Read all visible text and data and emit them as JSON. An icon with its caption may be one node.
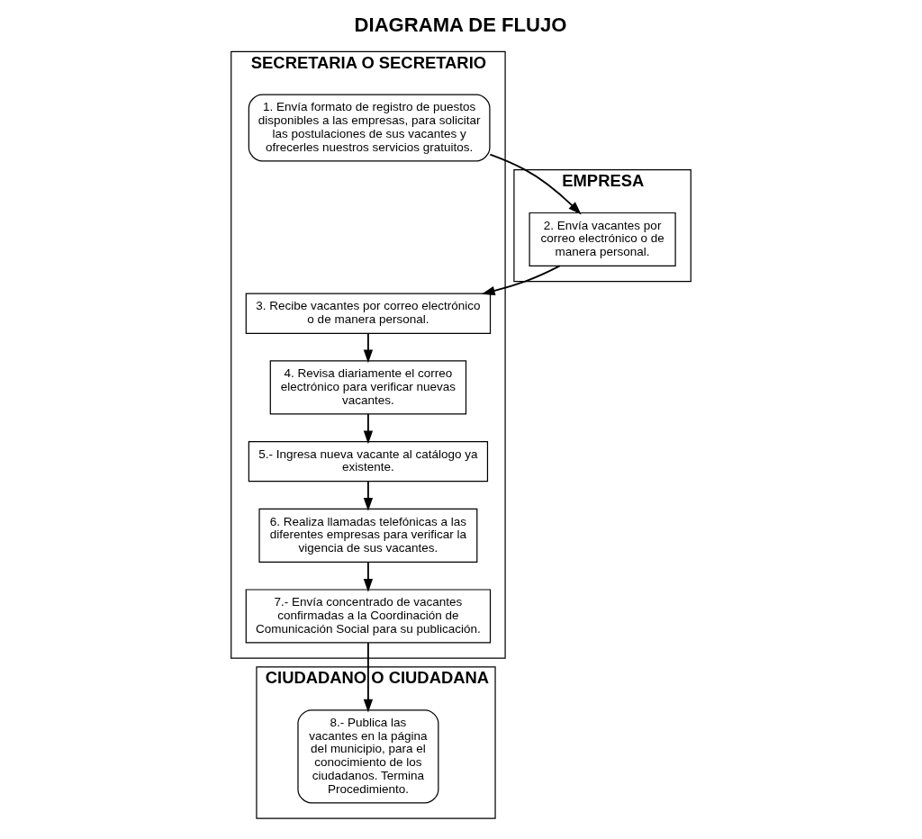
{
  "diagram": {
    "title": "DIAGRAMA DE FLUJO",
    "nodes": [
      {
        "text": [
          "SECRETARIA O SECRETARIO"
        ]
      },
      {
        "text": [
          "EMPRESA"
        ]
      },
      {
        "text": [
          "CIUDADANO O CIUDADANA"
        ]
      },
      {
        "text": [
          "1. Envía formato de registro de puestos disponibles a las empresas, para solicitar las postulaciones de sus vacantes y ofrecerles nuestros servicios gratuitos."
        ],
        "in": 0
      },
      {
        "text": [
          "2. Envía vacantes por correo electrónico o de manera personal."
        ],
        "in": 1
      },
      {
        "text": [
          "3. Recibe vacantes por correo electrónico o de manera personal."
        ],
        "in": 0
      },
      {
        "text": [
          "4. Revisa diariamente el correo electrónico para verificar nuevas vacantes."
        ],
        "in": 0
      },
      {
        "text": [
          "5.- Ingresa nueva vacante al catálogo ya existente."
        ],
        "in": 0
      },
      {
        "text": [
          "6. Realiza llamadas telefónicas a las diferentes empresas para verificar la vigencia de sus vacantes."
        ],
        "in": 0
      },
      {
        "text": [
          "7.- Envía concentrado de vacantes confirmadas a la Coordinación de Comunicación Social para su publicación."
        ],
        "in": 0
      },
      {
        "text": [
          "8.- Publica las vacantes en la página del municipio, para el conocimiento de los ciudadanos. Termina Procedimiento."
        ],
        "in": 2
      }
    ],
    "edges": [
      {
        "from": 3,
        "to": 4,
        "arrow": "to"
      },
      {
        "from": 4,
        "to": 5,
        "arrow": "to"
      },
      {
        "from": 5,
        "to": 6,
        "arrow": "to"
      },
      {
        "from": 6,
        "to": 7,
        "arrow": "to"
      },
      {
        "from": 7,
        "to": 8,
        "arrow": "to"
      },
      {
        "from": 8,
        "to": 9,
        "arrow": "to"
      },
      {
        "from": 9,
        "to": 10,
        "arrow": "to"
      }
    ]
  }
}
